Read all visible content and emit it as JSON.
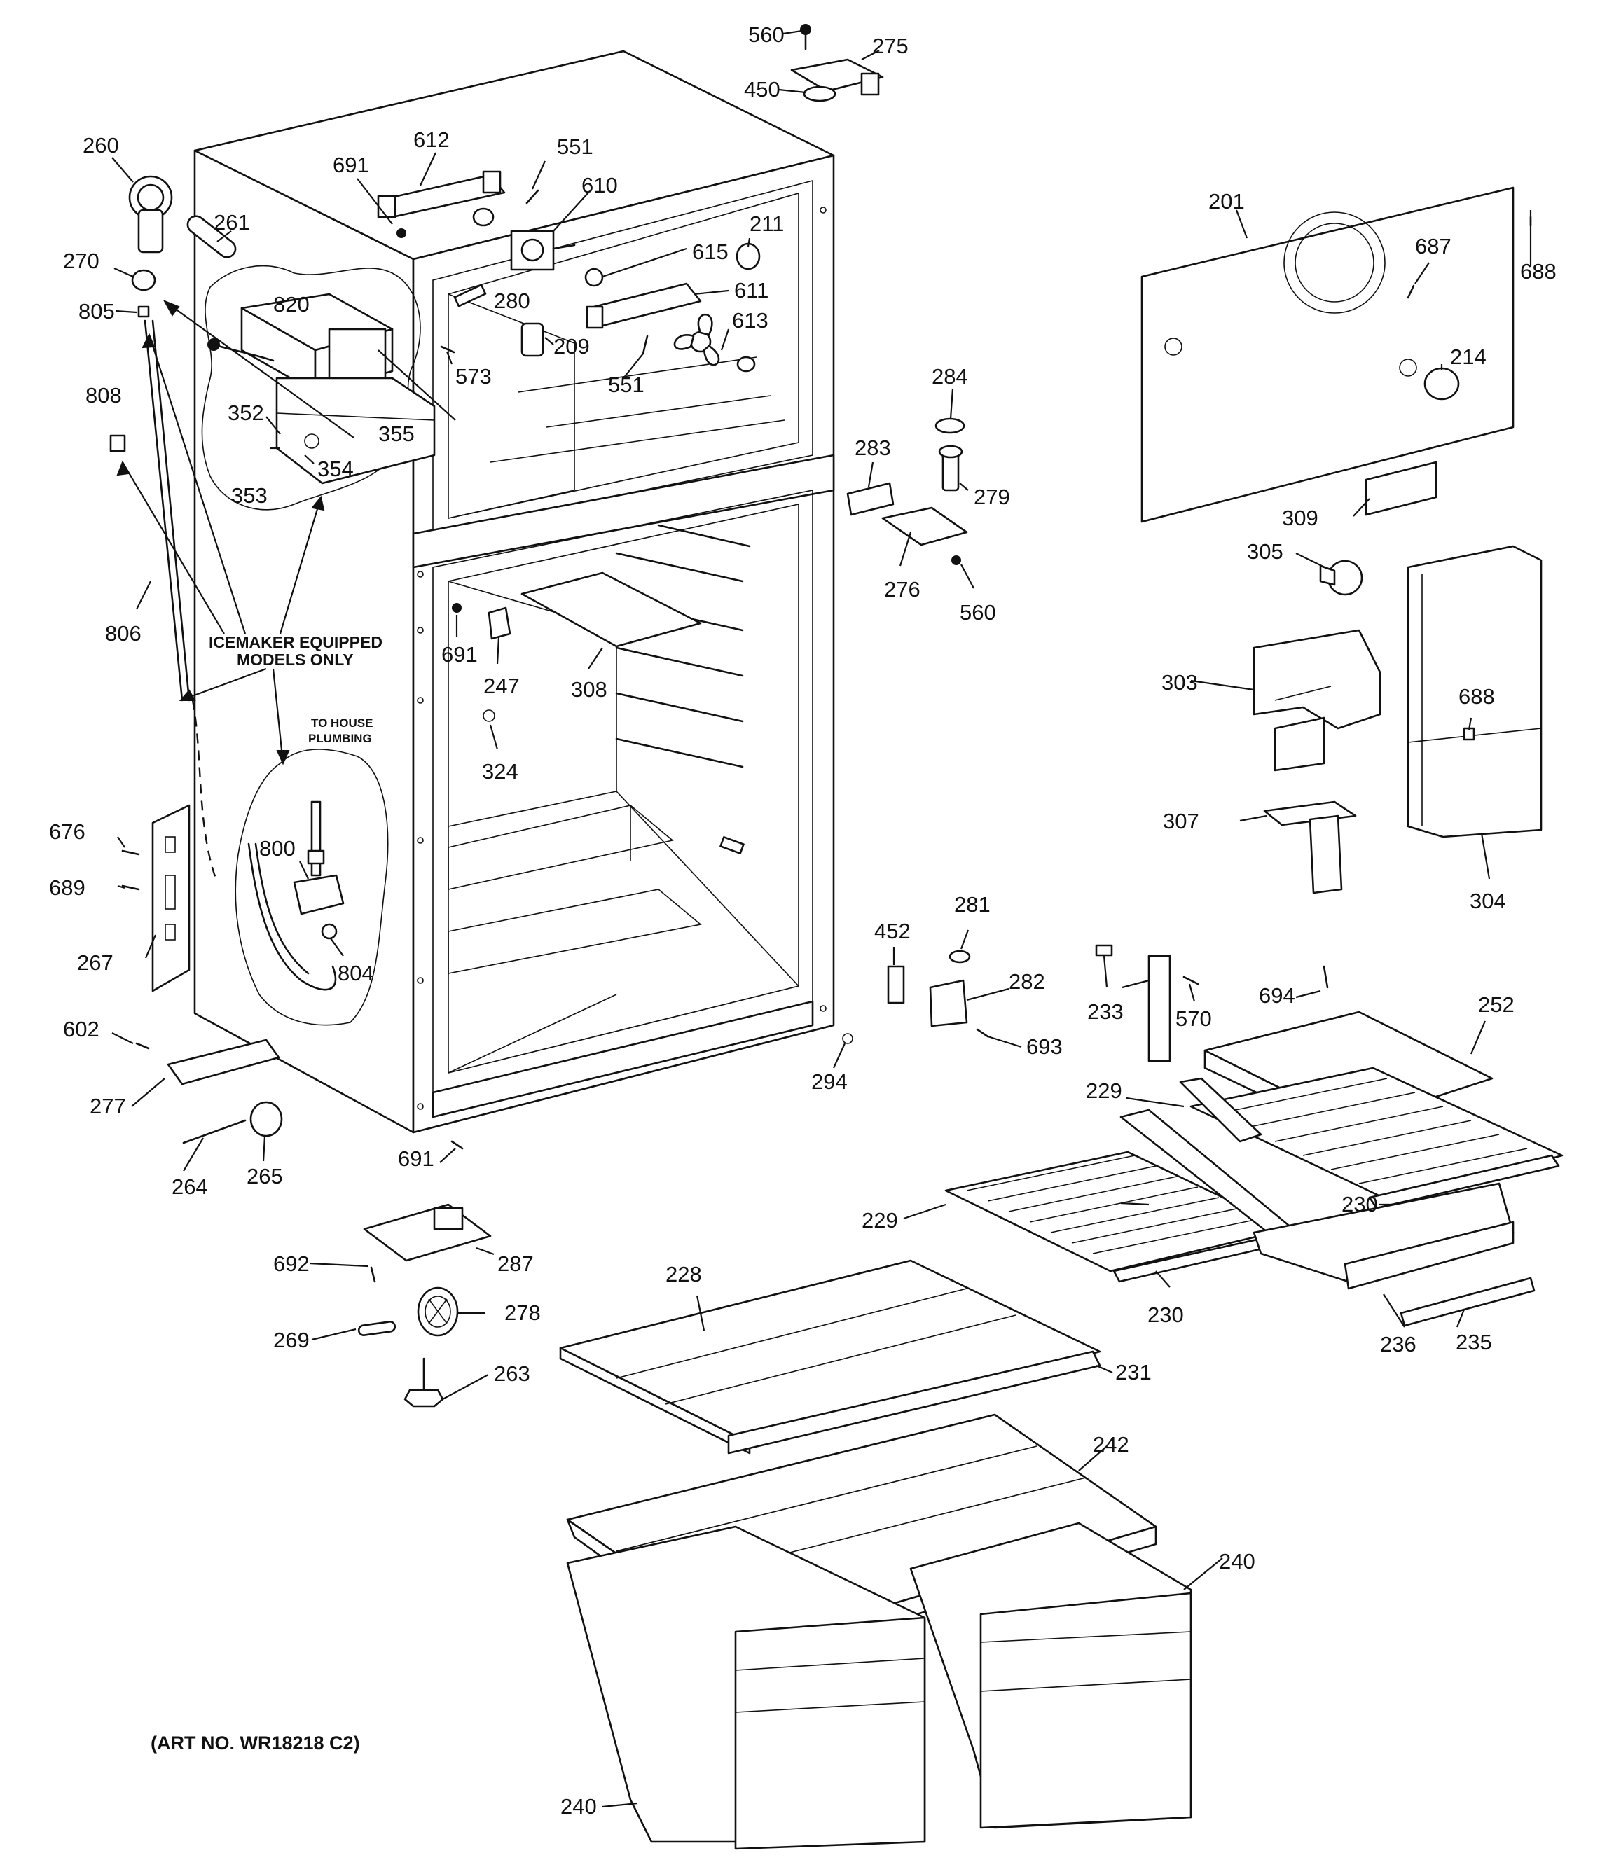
{
  "diagram": {
    "art_number": "(ART NO. WR18218 C2)",
    "notes": {
      "icemaker_line1": "ICEMAKER EQUIPPED",
      "icemaker_line2": "MODELS ONLY",
      "plumbing_line1": "TO HOUSE",
      "plumbing_line2": "PLUMBING"
    },
    "labels": [
      "560",
      "275",
      "450",
      "260",
      "612",
      "551",
      "691",
      "610",
      "615",
      "211",
      "201",
      "688",
      "687",
      "261",
      "270",
      "820",
      "280",
      "611",
      "805",
      "209",
      "613",
      "573",
      "551",
      "214",
      "284",
      "808",
      "352",
      "355",
      "283",
      "279",
      "353",
      "354",
      "309",
      "305",
      "276",
      "560",
      "303",
      "691",
      "247",
      "308",
      "806",
      "688",
      "324",
      "307",
      "304",
      "676",
      "800",
      "689",
      "281",
      "452",
      "282",
      "267",
      "804",
      "233",
      "570",
      "694",
      "252",
      "693",
      "602",
      "294",
      "229",
      "277",
      "691",
      "265",
      "264",
      "229",
      "230",
      "692",
      "287",
      "228",
      "230",
      "236",
      "235",
      "278",
      "269",
      "231",
      "263",
      "242",
      "240",
      "240"
    ]
  }
}
